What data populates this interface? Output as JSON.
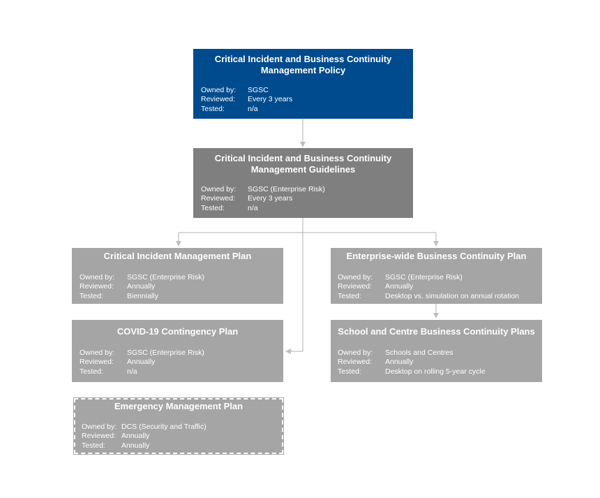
{
  "labels": {
    "owned_by": "Owned by:",
    "reviewed": "Reviewed:",
    "tested": "Tested:"
  },
  "boxes": {
    "policy": {
      "title": "Critical Incident and Business Continuity Management Policy",
      "owned_by": "SGSC",
      "reviewed": "Every 3 years",
      "tested": "n/a"
    },
    "guidelines": {
      "title": "Critical Incident and Business Continuity Management Guidelines",
      "owned_by": "SGSC (Enterprise Risk)",
      "reviewed": "Every 3 years",
      "tested": "n/a"
    },
    "cimp": {
      "title": "Critical Incident Management Plan",
      "owned_by": "SGSC (Enterprise Risk)",
      "reviewed": "Annually",
      "tested": "Biennially"
    },
    "ewbcp": {
      "title": "Enterprise-wide Business Continuity Plan",
      "owned_by": "SGSC (Enterprise Risk)",
      "reviewed": "Annually",
      "tested": "Desktop vs. simulation on annual rotation"
    },
    "covid": {
      "title": "COVID-19 Contingency Plan",
      "owned_by": "SGSC (Enterprise Risk)",
      "reviewed": "Annually",
      "tested": "n/a"
    },
    "schools": {
      "title": "School and Centre Business Continuity Plans",
      "owned_by": "Schools and Centres",
      "reviewed": "Annually",
      "tested": "Desktop on rolling 5-year cycle"
    },
    "emergency": {
      "title": "Emergency Management Plan",
      "owned_by": "DCS (Security and Traffic)",
      "reviewed": "Annually",
      "tested": "Annually"
    }
  },
  "colors": {
    "policy": "#004b8d",
    "guidelines": "#7f7f7f",
    "plan": "#a5a5a5",
    "connector": "#bfbfbf"
  }
}
